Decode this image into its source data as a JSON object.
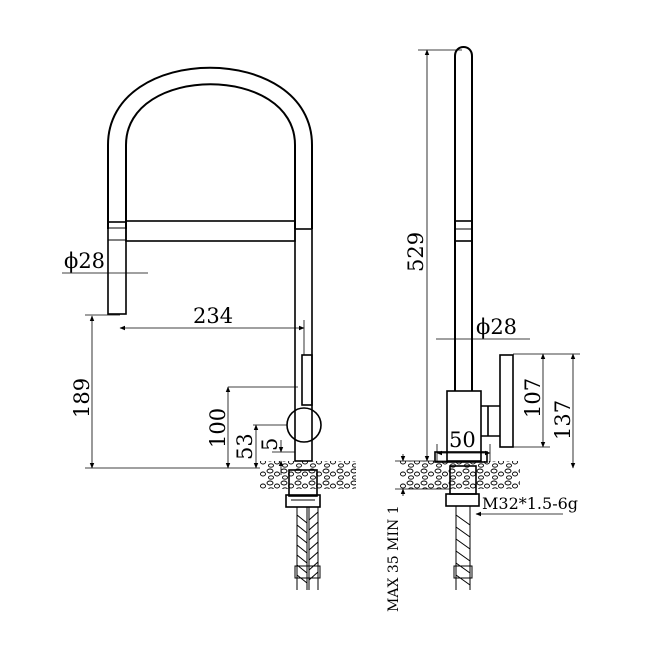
{
  "drawing": {
    "front_view": {
      "spray_diameter": "ϕ28",
      "spout_reach": "234",
      "spray_height": "189",
      "handle_height": "100",
      "handle_axis": "53",
      "base_offset": "5"
    },
    "side_view": {
      "total_height": "529",
      "body_diameter": "ϕ28",
      "handle_top": "137",
      "handle_length": "107",
      "base_width": "50",
      "thread": "M32*1.5-6g",
      "deck_thickness": "MAX 35 MIN 1"
    }
  }
}
